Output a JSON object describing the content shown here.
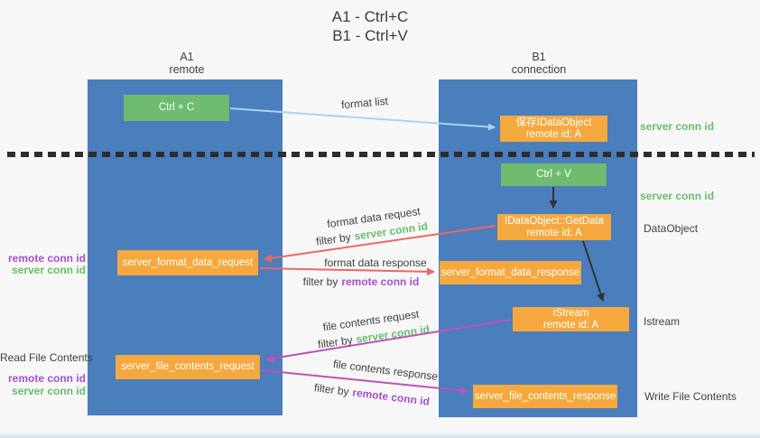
{
  "title": {
    "line1": "A1 - Ctrl+C",
    "line2": "B1 - Ctrl+V"
  },
  "columns": {
    "left": {
      "name": "A1",
      "role": "remote"
    },
    "right": {
      "name": "B1",
      "role": "connection"
    }
  },
  "nodes": {
    "ctrl_c": {
      "label": "Ctrl + C"
    },
    "save_idataobject": {
      "line1": "保存IDataObject",
      "line2": "remote id: A"
    },
    "ctrl_v": {
      "label": "Ctrl + V"
    },
    "getdata": {
      "line1": "IDataObject::GetData",
      "line2": "remote id: A"
    },
    "format_request": {
      "label": "server_format_data_request"
    },
    "format_response": {
      "label": "server_format_data_response"
    },
    "istream": {
      "line1": "IStream",
      "line2": "remote id: A"
    },
    "file_request": {
      "label": "server_file_contents_request"
    },
    "file_response": {
      "label": "server_file_contents_response"
    }
  },
  "edge_labels": {
    "format_list": "format list",
    "format_data_request": "format data request",
    "format_data_response": "format data response",
    "file_contents_request": "file contents request",
    "file_contents_response": "file contents response",
    "filter_by": "filter by",
    "server_conn_id": "server conn id",
    "remote_conn_id": "remote conn id"
  },
  "side_labels": {
    "right_top_server_conn_id": "server conn id",
    "right_mid_server_conn_id": "server conn id",
    "right_dataobject": "DataObject",
    "right_istream": "Istream",
    "right_write_file_contents": "Write File Contents",
    "left_remote_conn_id_1": "remote conn id",
    "left_server_conn_id_1": "server conn id",
    "left_read_file_contents": "Read File Contents",
    "left_remote_conn_id_2": "remote conn id",
    "left_server_conn_id_2": "server conn id"
  },
  "colors": {
    "lane_blue": "#4a7ebd",
    "box_green": "#6fbc70",
    "box_orange": "#f5a83e",
    "arrow_red": "#ed6767",
    "arrow_magenta": "#bf51bb",
    "arrow_light_blue": "#a9d3ee",
    "arrow_black": "#333333",
    "divider_black": "#2d2d2d",
    "text_green": "#68bd68",
    "text_purple": "#a352cc",
    "text_dark": "#3f3f3f"
  }
}
